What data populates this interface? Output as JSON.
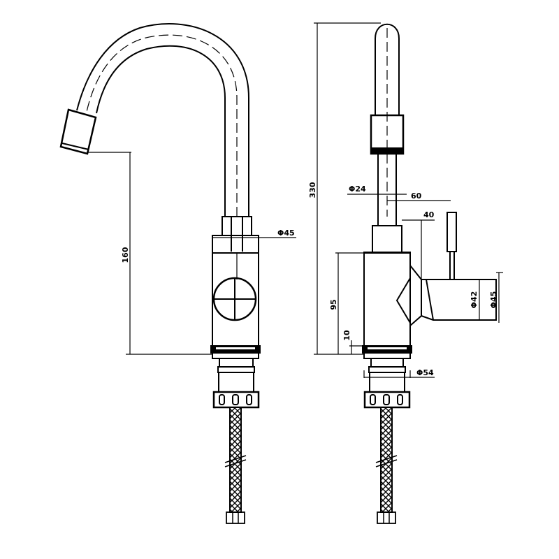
{
  "colors": {
    "line": "#000000",
    "background": "#ffffff"
  },
  "dimensions": {
    "height_spout": "160",
    "diameter_body": "Φ45",
    "height_total": "330",
    "diameter_tube": "Φ24",
    "offset_handle": "60",
    "offset_lever": "40",
    "height_body": "95",
    "height_base": "10",
    "diameter_base": "Φ54",
    "diameter_handle_inner": "Φ42",
    "diameter_handle_outer": "Φ45"
  }
}
